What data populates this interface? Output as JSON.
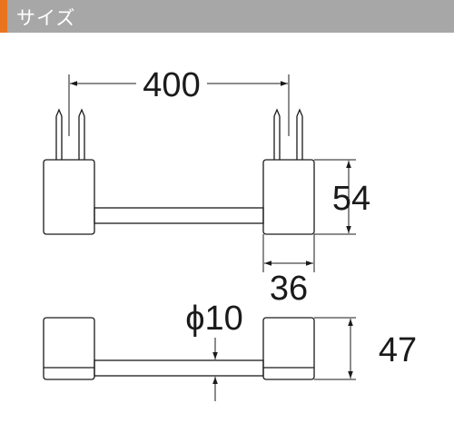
{
  "header": {
    "title": "サイズ",
    "accent_color": "#e8741e",
    "bar_color": "#a7a7a7"
  },
  "dimensions": {
    "width": "400",
    "height": "54",
    "depth": "36",
    "rod_diameter": "ϕ10",
    "front_height": "47"
  }
}
